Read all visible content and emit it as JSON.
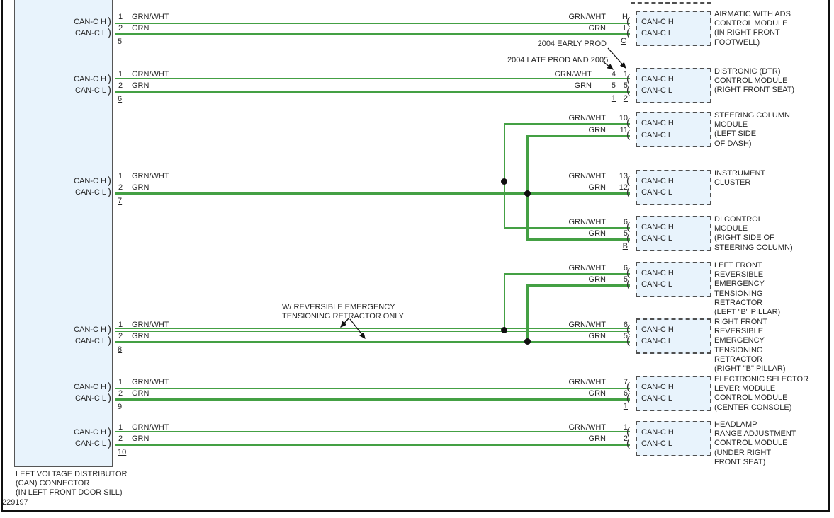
{
  "footer_id": "229197",
  "labels": {
    "can_h": "CAN-C H",
    "can_l": "CAN-C L"
  },
  "wires": {
    "high": "GRN/WHT",
    "low": "GRN",
    "green_hex": "#44a044"
  },
  "distributor": {
    "label": [
      "LEFT VOLTAGE DISTRIBUTOR",
      "(CAN) CONNECTOR",
      "(IN LEFT FRONT DOOR SILL)"
    ]
  },
  "left_rows": [
    {
      "pin_h": "1",
      "pin_l": "2",
      "connector": "5"
    },
    {
      "pin_h": "1",
      "pin_l": "2",
      "connector": "6"
    },
    {
      "pin_h": "1",
      "pin_l": "2",
      "connector": "7"
    },
    {
      "pin_h": "1",
      "pin_l": "2",
      "connector": "8"
    },
    {
      "pin_h": "1",
      "pin_l": "2",
      "connector": "9"
    },
    {
      "pin_h": "1",
      "pin_l": "2",
      "connector": "10"
    }
  ],
  "modules": [
    {
      "pin_h": "H",
      "pin_l": "L",
      "pin_below": "C",
      "desc": [
        "AIRMATIC WITH ADS",
        "CONTROL MODULE",
        "(IN RIGHT FRONT",
        "FOOTWELL)"
      ]
    },
    {
      "pin_h_left": "4",
      "pin_h": "1",
      "pin_l_left": "5",
      "pin_l": "5",
      "pin_below_left": "1",
      "pin_below": "2",
      "desc": [
        "DISTRONIC (DTR)",
        "CONTROL MODULE",
        "(RIGHT FRONT SEAT)"
      ]
    },
    {
      "pin_h": "10",
      "pin_l": "11",
      "desc": [
        "STEERING COLUMN",
        "MODULE",
        "(LEFT SIDE",
        "OF DASH)"
      ]
    },
    {
      "pin_h": "13",
      "pin_l": "12",
      "desc": [
        "INSTRUMENT",
        "CLUSTER"
      ]
    },
    {
      "pin_h": "6",
      "pin_l": "5",
      "pin_below": "B",
      "desc": [
        "DI CONTROL",
        "MODULE",
        "(RIGHT SIDE OF",
        "STEERING COLUMN)"
      ]
    },
    {
      "pin_h": "6",
      "pin_l": "5",
      "desc": [
        "LEFT FRONT",
        "REVERSIBLE",
        "EMERGENCY",
        "TENSIONING",
        "RETRACTOR",
        "(LEFT \"B\" PILLAR)"
      ]
    },
    {
      "pin_h": "6",
      "pin_l": "5",
      "desc": [
        "RIGHT FRONT",
        "REVERSIBLE",
        "EMERGENCY",
        "TENSIONING",
        "RETRACTOR",
        "(RIGHT \"B\" PILLAR)"
      ]
    },
    {
      "pin_h": "7",
      "pin_l": "6",
      "pin_below": "1",
      "desc": [
        "ELECTRONIC SELECTOR",
        "LEVER MODULE",
        "CONTROL MODULE",
        "(CENTER CONSOLE)"
      ]
    },
    {
      "pin_h": "1",
      "pin_l": "2",
      "desc": [
        "HEADLAMP",
        "RANGE ADJUSTMENT",
        "CONTROL MODULE",
        "(UNDER RIGHT",
        "FRONT SEAT)"
      ]
    }
  ],
  "notes": {
    "early_prod": "2004 EARLY PROD",
    "late_prod": "2004 LATE PROD AND 2005",
    "retractor_line1": "W/ REVERSIBLE EMERGENCY",
    "retractor_line2": "TENSIONING RETRACTOR ONLY"
  }
}
